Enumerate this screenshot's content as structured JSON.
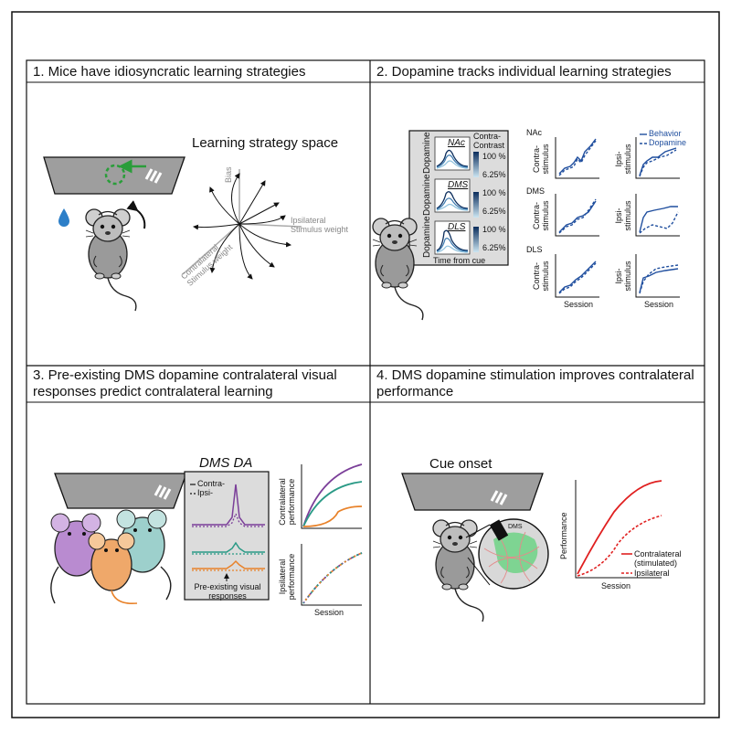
{
  "panels": [
    {
      "title": "1. Mice have idiosyncratic learning strategies"
    },
    {
      "title": "2. Dopamine tracks individual learning strategies"
    },
    {
      "title": "3. Pre-existing DMS dopamine contralateral visual responses predict contralateral learning"
    },
    {
      "title": "4. DMS dopamine stimulation improves contralateral performance"
    }
  ],
  "panel1": {
    "space_title": "Learning strategy space",
    "axis_bias": "Bias",
    "axis_ipsi": "Ipsilateral Stimulus weight",
    "axis_contra": "Contralateral Stimulus weight"
  },
  "panel2": {
    "ylabel": "Dopamine",
    "regions": [
      "NAc",
      "DMS",
      "DLS"
    ],
    "contrast_title": "Contra- Contrast",
    "contrast_high": "100 %",
    "contrast_low": "6.25%",
    "xlabel": "Time from cue",
    "grid_regions": [
      "NAc",
      "DMS",
      "DLS"
    ],
    "contra_label": "Contra- stimulus",
    "ipsi_label": "Ipsi- stimulus",
    "session_label": "Session",
    "legend_behavior": "Behavior",
    "legend_dopamine": "Dopamine"
  },
  "panel3": {
    "da_title": "DMS DA",
    "legend_contra": "Contra-",
    "legend_ipsi": "Ipsi-",
    "caption": "Pre-existing visual responses",
    "y_top": "Contralateral performance",
    "y_bottom": "Ipsilateral performance",
    "xlabel": "Session"
  },
  "panel4": {
    "cue_label": "Cue onset",
    "dms_label": "DMS",
    "ylabel": "Performance",
    "xlabel": "Session",
    "legend_contra": "Contralateral (stimulated)",
    "legend_ipsi": "Ipsilateral"
  },
  "colors": {
    "blue": "#1f4e9e",
    "purple": "#7b3f99",
    "teal": "#2a9a86",
    "orange": "#e8822a",
    "red": "#e02020",
    "green": "#2a9d3a",
    "mouse_grey": "#9a9a9a",
    "screen_grey": "#9e9e9e"
  }
}
